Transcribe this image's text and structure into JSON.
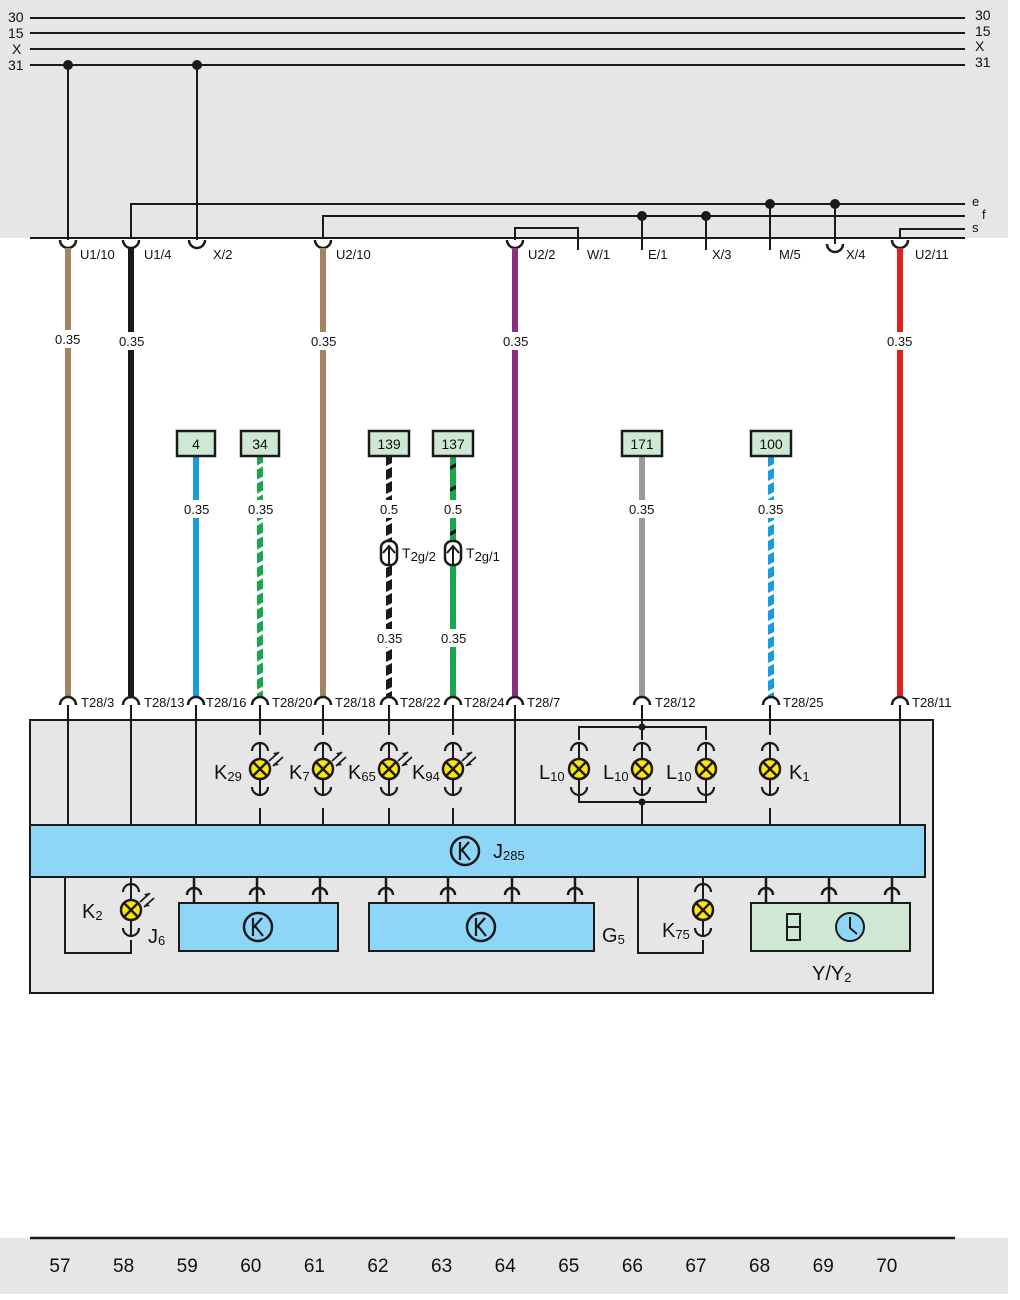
{
  "colors": {
    "bg_grey": "#e6e6e6",
    "wire_brown": "#a38462",
    "wire_black": "#1a1a1a",
    "wire_blue": "#1a9be0",
    "wire_green": "#1aa84a",
    "wire_violet": "#8b2f7f",
    "wire_grey": "#9a9a9a",
    "wire_red": "#e0201e",
    "module_blue": "#8dd6f7",
    "box_green": "#cfe8d4",
    "lamp_yellow": "#ffe600"
  },
  "bus_lines": {
    "left_labels": [
      "30",
      "15",
      "X",
      "31"
    ],
    "right_labels": [
      "30",
      "15",
      "X",
      "31"
    ],
    "lower_labels": [
      "e",
      "f",
      "s"
    ]
  },
  "top_connectors": [
    {
      "label": "U1/10",
      "wire_color": "brown",
      "gauge": "0.35"
    },
    {
      "label": "U1/4",
      "wire_color": "black",
      "gauge": "0.35"
    },
    {
      "label": "X/2"
    },
    {
      "label": "U2/10",
      "wire_color": "brown",
      "gauge": "0.35"
    },
    {
      "label": "U2/2",
      "wire_color": "violet",
      "gauge": "0.35"
    },
    {
      "label": "W/1"
    },
    {
      "label": "E/1"
    },
    {
      "label": "X/3"
    },
    {
      "label": "M/5"
    },
    {
      "label": "X/4"
    },
    {
      "label": "U2/11",
      "wire_color": "red",
      "gauge": "0.35"
    }
  ],
  "reference_boxes": [
    {
      "number": "4",
      "wire": "blue",
      "gauge": "0.35"
    },
    {
      "number": "34",
      "wire": "green/white",
      "gauge": "0.35"
    },
    {
      "number": "139",
      "wire": "black/white",
      "gauge_upper": "0.5",
      "gauge_lower": "0.35",
      "connector": "T",
      "connector_sub": "2g/2"
    },
    {
      "number": "137",
      "wire": "green/black",
      "gauge_upper": "0.5",
      "gauge_lower": "0.35",
      "connector": "T",
      "connector_sub": "2g/1"
    },
    {
      "number": "171",
      "wire": "grey",
      "gauge": "0.35"
    },
    {
      "number": "100",
      "wire": "blue/white",
      "gauge": "0.35"
    }
  ],
  "bottom_connectors": [
    "T28/3",
    "T28/13",
    "T28/16",
    "T28/20",
    "T28/18",
    "T28/22",
    "T28/24",
    "T28/7",
    "T28/12",
    "T28/25",
    "T28/11"
  ],
  "lamps": [
    {
      "main": "K",
      "sub": "29"
    },
    {
      "main": "K",
      "sub": "7"
    },
    {
      "main": "K",
      "sub": "65"
    },
    {
      "main": "K",
      "sub": "94"
    },
    {
      "main": "L",
      "sub": "10"
    },
    {
      "main": "L",
      "sub": "10"
    },
    {
      "main": "L",
      "sub": "10"
    },
    {
      "main": "K",
      "sub": "1"
    },
    {
      "main": "K",
      "sub": "2"
    },
    {
      "main": "K",
      "sub": "75"
    }
  ],
  "modules": {
    "main": {
      "main": "J",
      "sub": "285"
    },
    "j6": {
      "main": "J",
      "sub": "6"
    },
    "g5": {
      "main": "G",
      "sub": "5"
    },
    "display": {
      "main": "Y/Y",
      "sub": "2",
      "digit": "8"
    }
  },
  "column_numbers": [
    "57",
    "58",
    "59",
    "60",
    "61",
    "62",
    "63",
    "64",
    "65",
    "66",
    "67",
    "68",
    "69",
    "70"
  ]
}
